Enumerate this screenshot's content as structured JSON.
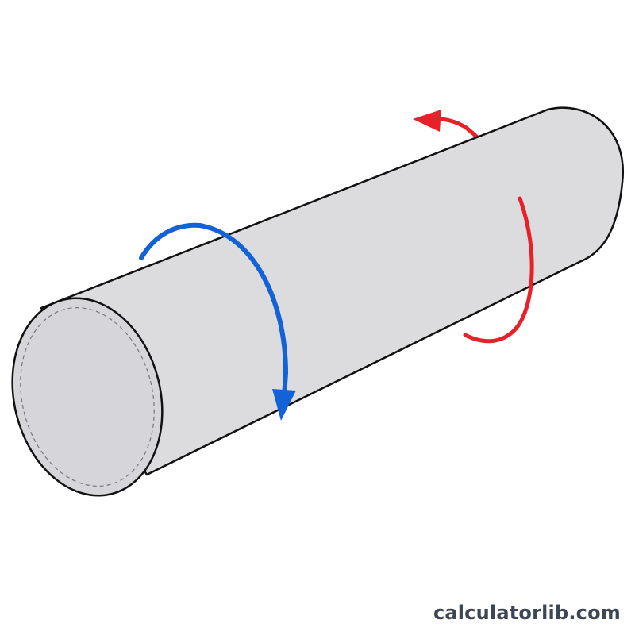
{
  "diagram": {
    "shape": "cylinder",
    "colors": {
      "body_fill": "#dcdcdf",
      "end_face_fill": "#d6d6da",
      "outline": "#111111",
      "dashed_rim": "#777777",
      "left_arrow": "#1463d6",
      "right_arrow": "#e8202a",
      "watermark": "#3c4654"
    },
    "arrows": [
      {
        "name": "left-rotation-arrow",
        "color_key": "left_arrow",
        "direction": "clockwise"
      },
      {
        "name": "right-rotation-arrow",
        "color_key": "right_arrow",
        "direction": "counterclockwise"
      }
    ]
  },
  "watermark": {
    "text": "calculatorlib.com"
  }
}
